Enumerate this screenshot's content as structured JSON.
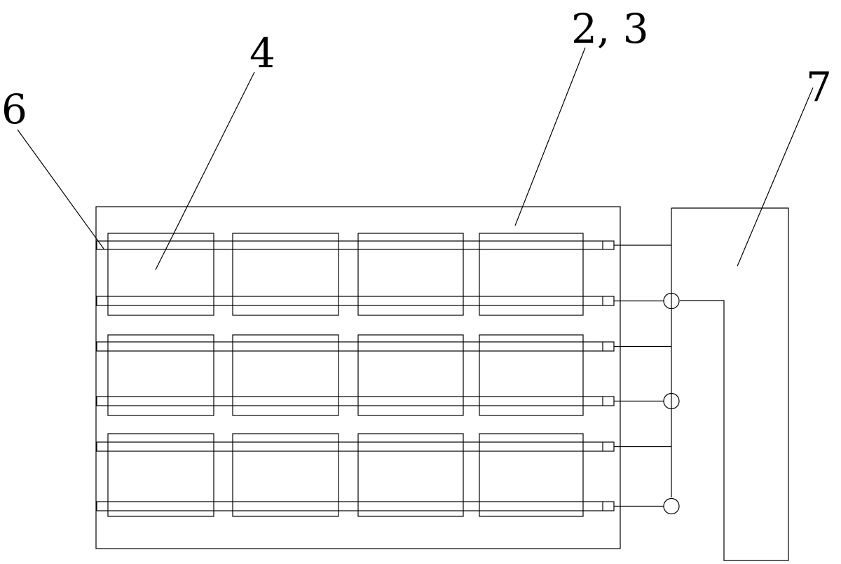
{
  "labels": {
    "label_6": "6",
    "label_4": "4",
    "label_23": "2, 3",
    "label_7": "7"
  },
  "structure": {
    "panel_rows": 3,
    "panel_cols": 4,
    "rod_count": 6,
    "connector_circle_count": 3
  }
}
